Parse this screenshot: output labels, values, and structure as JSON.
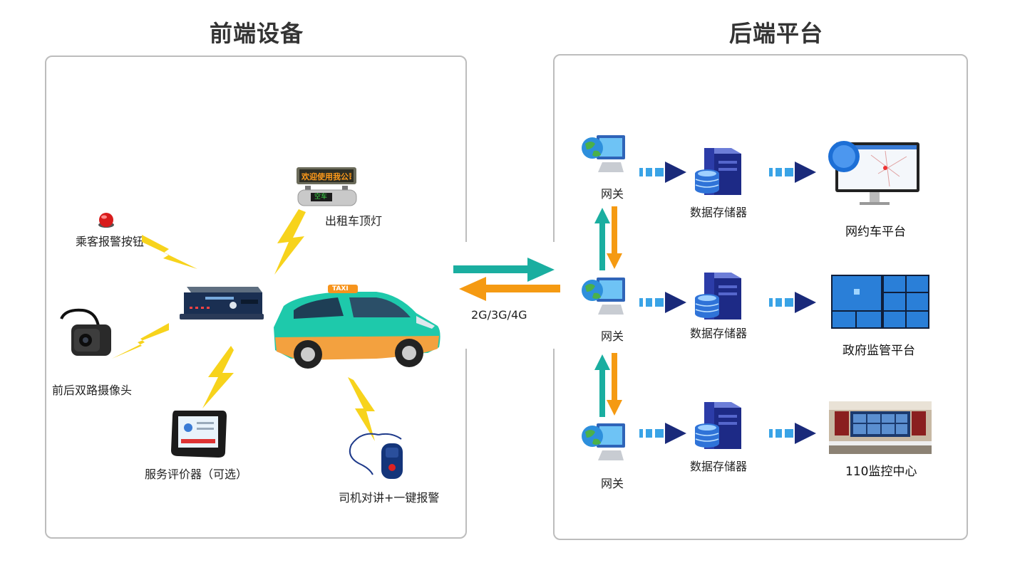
{
  "front": {
    "title": "前端设备",
    "alarm_button": "乘客报警按钮",
    "taxi_light": "出租车顶灯",
    "taxi_light_sign": "欢迎使用我公司",
    "taxi_light_sign2": "空车",
    "taxi_roof": "TAXI",
    "camera": "前后双路摄像头",
    "evaluator": "服务评价器（可选）",
    "intercom": "司机对讲+一键报警"
  },
  "network": {
    "label": "2G/3G/4G"
  },
  "back": {
    "title": "后端平台",
    "rows": [
      {
        "gateway": "网关",
        "storage": "数据存储器",
        "platform": "网约车平台"
      },
      {
        "gateway": "网关",
        "storage": "数据存储器",
        "platform": "政府监管平台"
      },
      {
        "gateway": "网关",
        "storage": "数据存储器",
        "platform": "110监控中心"
      }
    ]
  },
  "colors": {
    "teal": "#1aaea0",
    "orange": "#f59a12",
    "navy": "#1a2a7a",
    "lightblue": "#39a3e6",
    "bolt": "#f7d31c"
  }
}
